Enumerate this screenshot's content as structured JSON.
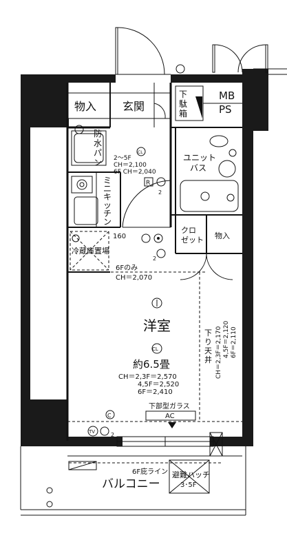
{
  "rooms": {
    "storage": "物入",
    "entrance": "玄関",
    "shoe_box_1": "下",
    "shoe_box_2": "駄",
    "shoe_box_3": "箱",
    "mb": "MB",
    "ps": "PS",
    "waterproof_pan_1": "防",
    "waterproof_pan_2": "水",
    "waterproof_pan_3": "パ",
    "waterproof_pan_4": "ン",
    "unit_bath_1": "ユニット",
    "unit_bath_2": "バス",
    "mini_kitchen_1": "ミ",
    "mini_kitchen_2": "ニ",
    "mini_kitchen_3": "キ",
    "mini_kitchen_4": "ッ",
    "mini_kitchen_5": "チ",
    "mini_kitchen_6": "ン",
    "closet_1": "クロ",
    "closet_2": "ゼット",
    "storage_2": "物入",
    "fridge": "冷蔵庫置場",
    "western_room": "洋室",
    "size": "約6.5畳",
    "balcony": "バルコニー",
    "hatch": "避難ハッチ",
    "hatch_floors": "3･5F"
  },
  "labels": {
    "ch_2_5f": "2～5F",
    "ch_value_1": "CH＝2,100",
    "ch_6f": "6F CH＝2,040",
    "num_160": "160",
    "only_6f": "6Fのみ",
    "ch_2070": "CH＝2,070",
    "room_ch_1": "CH＝2,3F＝2,570",
    "room_ch_2": "4,5F＝2,520",
    "room_ch_3": "6F＝2,410",
    "lowered_ceiling_1": "下",
    "lowered_ceiling_2": "り",
    "lowered_ceiling_3": "天",
    "lowered_ceiling_4": "井",
    "lowered_ch_1": "CH＝2,3F＝2,170",
    "lowered_ch_2": "4,5F＝2,120",
    "lowered_ch_3": "6F＝2,110",
    "lower_glass": "下部型ガラス",
    "ac": "AC",
    "eaves_line": "6F庇ライン",
    "tv": "TV",
    "circle_c": "C",
    "cl": "CL",
    "cl_small": "CL",
    "r": "R",
    "num_2": "2",
    "num_2b": "2",
    "num_2c": "2",
    "num_2d": "2"
  }
}
